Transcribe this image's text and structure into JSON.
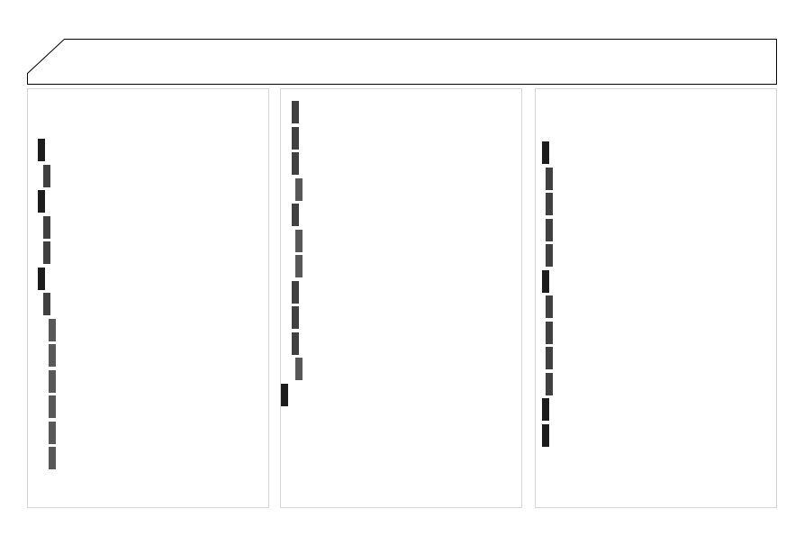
{
  "header": {
    "title": ""
  },
  "panels": {
    "left": {
      "items": [
        {
          "level": 0,
          "tone": "dark"
        },
        {
          "level": 1,
          "tone": "mid"
        },
        {
          "level": 0,
          "tone": "dark"
        },
        {
          "level": 1,
          "tone": "mid"
        },
        {
          "level": 1,
          "tone": "mid"
        },
        {
          "level": 0,
          "tone": "dark"
        },
        {
          "level": 1,
          "tone": "mid"
        },
        {
          "level": 2,
          "tone": "light"
        },
        {
          "level": 2,
          "tone": "light"
        },
        {
          "level": 2,
          "tone": "light"
        },
        {
          "level": 2,
          "tone": "light"
        },
        {
          "level": 2,
          "tone": "light"
        },
        {
          "level": 2,
          "tone": "light"
        }
      ]
    },
    "middle": {
      "items": [
        {
          "level": 1,
          "tone": "mid"
        },
        {
          "level": 1,
          "tone": "mid"
        },
        {
          "level": 1,
          "tone": "mid"
        },
        {
          "level": 2,
          "tone": "light"
        },
        {
          "level": 1,
          "tone": "mid"
        },
        {
          "level": 2,
          "tone": "light"
        },
        {
          "level": 2,
          "tone": "light"
        },
        {
          "level": 1,
          "tone": "mid"
        },
        {
          "level": 1,
          "tone": "mid"
        },
        {
          "level": 1,
          "tone": "mid"
        },
        {
          "level": 2,
          "tone": "light"
        },
        {
          "level": 0,
          "tone": "dark"
        }
      ]
    },
    "right": {
      "items": [
        {
          "level": 0,
          "tone": "dark"
        },
        {
          "level": 1,
          "tone": "mid"
        },
        {
          "level": 1,
          "tone": "mid"
        },
        {
          "level": 1,
          "tone": "mid"
        },
        {
          "level": 1,
          "tone": "mid"
        },
        {
          "level": 0,
          "tone": "dark"
        },
        {
          "level": 1,
          "tone": "mid"
        },
        {
          "level": 1,
          "tone": "mid"
        },
        {
          "level": 1,
          "tone": "mid"
        },
        {
          "level": 1,
          "tone": "mid"
        },
        {
          "level": 0,
          "tone": "dark"
        },
        {
          "level": 0,
          "tone": "dark"
        }
      ]
    }
  },
  "colors": {
    "panel_border": "#d6d6d6",
    "banner_stroke": "#000000",
    "tone_dark": "#1c1c1c",
    "tone_mid": "#404040",
    "tone_light": "#585858"
  }
}
